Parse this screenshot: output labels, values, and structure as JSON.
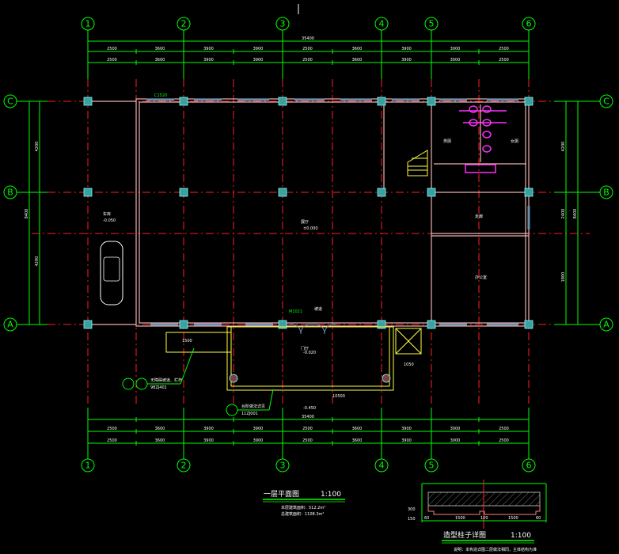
{
  "axes": {
    "columns": [
      "1",
      "2",
      "3",
      "4",
      "5",
      "6"
    ],
    "rows": [
      "C",
      "B",
      "A"
    ]
  },
  "dimensions": {
    "total": "35400",
    "spans": [
      "2500",
      "3600",
      "3900",
      "3900",
      "2500",
      "3600",
      "3900",
      "3000",
      "2500"
    ],
    "left_total": "8400",
    "left_parts": [
      "4200",
      "4200"
    ],
    "right_parts": [
      "4200",
      "2400",
      "1800"
    ]
  },
  "rooms": {
    "hall": "展厅",
    "lobby": "门厅",
    "office": "办公室",
    "carport": "车库",
    "corridor": "走廊",
    "male_wc": "男厕",
    "female_wc": "女厕"
  },
  "levels": {
    "hall": "±0.000",
    "lobby": "-0.020",
    "outside": "-0.450",
    "carport": "-0.050"
  },
  "notes": {
    "ramp": "坡道",
    "window_code": "C1520",
    "door_code": "M1021",
    "callout_a": "无障碍坡道、栏杆",
    "callout_a_ref": "98ZJ401",
    "callout_b": "台阶做法详见",
    "callout_b_ref": "11ZJ001",
    "stair_dim_a": "1500",
    "stair_dim_b": "1050",
    "canopy_dim": "10500"
  },
  "plan_title": {
    "name": "一层平面图",
    "scale": "1:100",
    "area_line1": "本层建筑面积：512.2m²",
    "area_line2": "总建筑面积：1108.3m²"
  },
  "detail_title": {
    "name": "造型柱子详图",
    "scale": "1:100",
    "note": "说明：本构造详图二层做法相同，主体结构为准",
    "dims": [
      "60",
      "1500",
      "100",
      "1500",
      "60"
    ],
    "side_dims": [
      "300",
      "150"
    ]
  }
}
